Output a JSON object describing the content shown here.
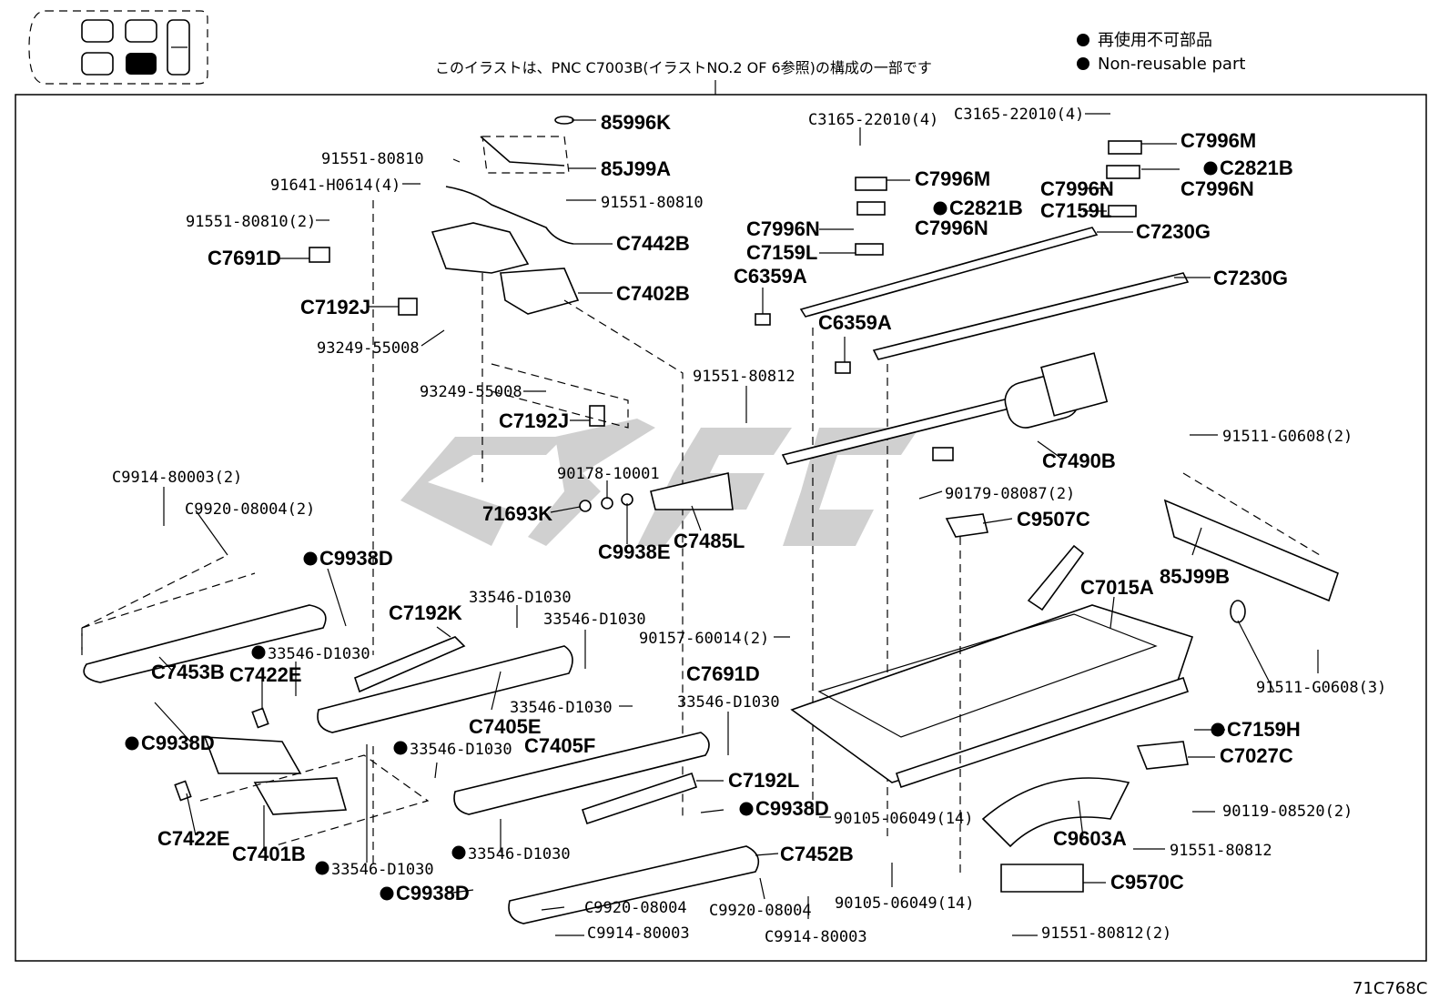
{
  "header": {
    "caption": "このイラストは、PNC C7003B(イラストNO.2 OF 6参照)の構成の一部です",
    "legend": [
      "再使用不可部品",
      "Non-reusable part"
    ]
  },
  "footer": {
    "code": "71C768C"
  },
  "labels": [
    {
      "t": "85996K",
      "s": "big"
    },
    {
      "t": "85J99A",
      "s": "big"
    },
    {
      "t": "91551-80810",
      "s": "lbl"
    },
    {
      "t": "91641-H0614(4)",
      "s": "lbl"
    },
    {
      "t": "91551-80810",
      "s": "lbl"
    },
    {
      "t": "91551-80810(2)",
      "s": "lbl"
    },
    {
      "t": "C7691D",
      "s": "big"
    },
    {
      "t": "C7442B",
      "s": "big"
    },
    {
      "t": "C7402B",
      "s": "big"
    },
    {
      "t": "C7192J",
      "s": "big"
    },
    {
      "t": "93249-55008",
      "s": "lbl"
    },
    {
      "t": "93249-55008",
      "s": "lbl"
    },
    {
      "t": "C7192J",
      "s": "big"
    },
    {
      "t": "C3165-22010(4)",
      "s": "lbl"
    },
    {
      "t": "C7996M",
      "s": "big"
    },
    {
      "t": "C2821B",
      "s": "big",
      "dot": true
    },
    {
      "t": "C7996N",
      "s": "big"
    },
    {
      "t": "C7996N",
      "s": "big"
    },
    {
      "t": "C7159L",
      "s": "big"
    },
    {
      "t": "C6359A",
      "s": "big"
    },
    {
      "t": "C3165-22010(4)",
      "s": "lbl"
    },
    {
      "t": "C7996M",
      "s": "big"
    },
    {
      "t": "C2821B",
      "s": "big",
      "dot": true
    },
    {
      "t": "C7996N",
      "s": "big"
    },
    {
      "t": "C7996N",
      "s": "big"
    },
    {
      "t": "C7159L",
      "s": "big"
    },
    {
      "t": "C7230G",
      "s": "big"
    },
    {
      "t": "C7230G",
      "s": "big"
    },
    {
      "t": "C6359A",
      "s": "big"
    },
    {
      "t": "91551-80812",
      "s": "lbl"
    },
    {
      "t": "C7490B",
      "s": "big"
    },
    {
      "t": "91511-G0608(2)",
      "s": "lbl"
    },
    {
      "t": "C9914-80003(2)",
      "s": "lbl"
    },
    {
      "t": "C9920-08004(2)",
      "s": "lbl"
    },
    {
      "t": "90178-10001",
      "s": "lbl"
    },
    {
      "t": "71693K",
      "s": "big"
    },
    {
      "t": "C9938E",
      "s": "big"
    },
    {
      "t": "C7485L",
      "s": "big"
    },
    {
      "t": "90179-08087(2)",
      "s": "lbl"
    },
    {
      "t": "C9507C",
      "s": "big"
    },
    {
      "t": "C9938D",
      "s": "big",
      "dot": true
    },
    {
      "t": "C7192K",
      "s": "big"
    },
    {
      "t": "33546-D1030",
      "s": "lbl"
    },
    {
      "t": "33546-D1030",
      "s": "lbl"
    },
    {
      "t": "85J99B",
      "s": "big"
    },
    {
      "t": "C7015A",
      "s": "big"
    },
    {
      "t": "33546-D1030",
      "s": "lbl",
      "dot": true
    },
    {
      "t": "C7453B",
      "s": "big"
    },
    {
      "t": "C7422E",
      "s": "big"
    },
    {
      "t": "90157-60014(2)",
      "s": "lbl"
    },
    {
      "t": "C7691D",
      "s": "big"
    },
    {
      "t": "C7405E",
      "s": "big"
    },
    {
      "t": "33546-D1030",
      "s": "lbl"
    },
    {
      "t": "33546-D1030",
      "s": "lbl"
    },
    {
      "t": "91511-G0608(3)",
      "s": "lbl"
    },
    {
      "t": "C9938D",
      "s": "big",
      "dot": true
    },
    {
      "t": "33546-D1030",
      "s": "lbl",
      "dot": true
    },
    {
      "t": "C7405F",
      "s": "big"
    },
    {
      "t": "C7192L",
      "s": "big"
    },
    {
      "t": "C7159H",
      "s": "big",
      "dot": true
    },
    {
      "t": "C7027C",
      "s": "big"
    },
    {
      "t": "C9938D",
      "s": "big",
      "dot": true
    },
    {
      "t": "90105-06049(14)",
      "s": "lbl"
    },
    {
      "t": "90119-08520(2)",
      "s": "lbl"
    },
    {
      "t": "C7422E",
      "s": "big"
    },
    {
      "t": "C7401B",
      "s": "big"
    },
    {
      "t": "33546-D1030",
      "s": "lbl",
      "dot": true
    },
    {
      "t": "C7452B",
      "s": "big"
    },
    {
      "t": "C9603A",
      "s": "big"
    },
    {
      "t": "91551-80812",
      "s": "lbl"
    },
    {
      "t": "33546-D1030",
      "s": "lbl",
      "dot": true
    },
    {
      "t": "90105-06049(14)",
      "s": "lbl"
    },
    {
      "t": "C9570C",
      "s": "big"
    },
    {
      "t": "C9938D",
      "s": "big",
      "dot": true
    },
    {
      "t": "C9920-08004",
      "s": "lbl"
    },
    {
      "t": "C9920-08004",
      "s": "lbl"
    },
    {
      "t": "C9914-80003",
      "s": "lbl"
    },
    {
      "t": "C9914-80003",
      "s": "lbl"
    },
    {
      "t": "91551-80812(2)",
      "s": "lbl"
    }
  ]
}
